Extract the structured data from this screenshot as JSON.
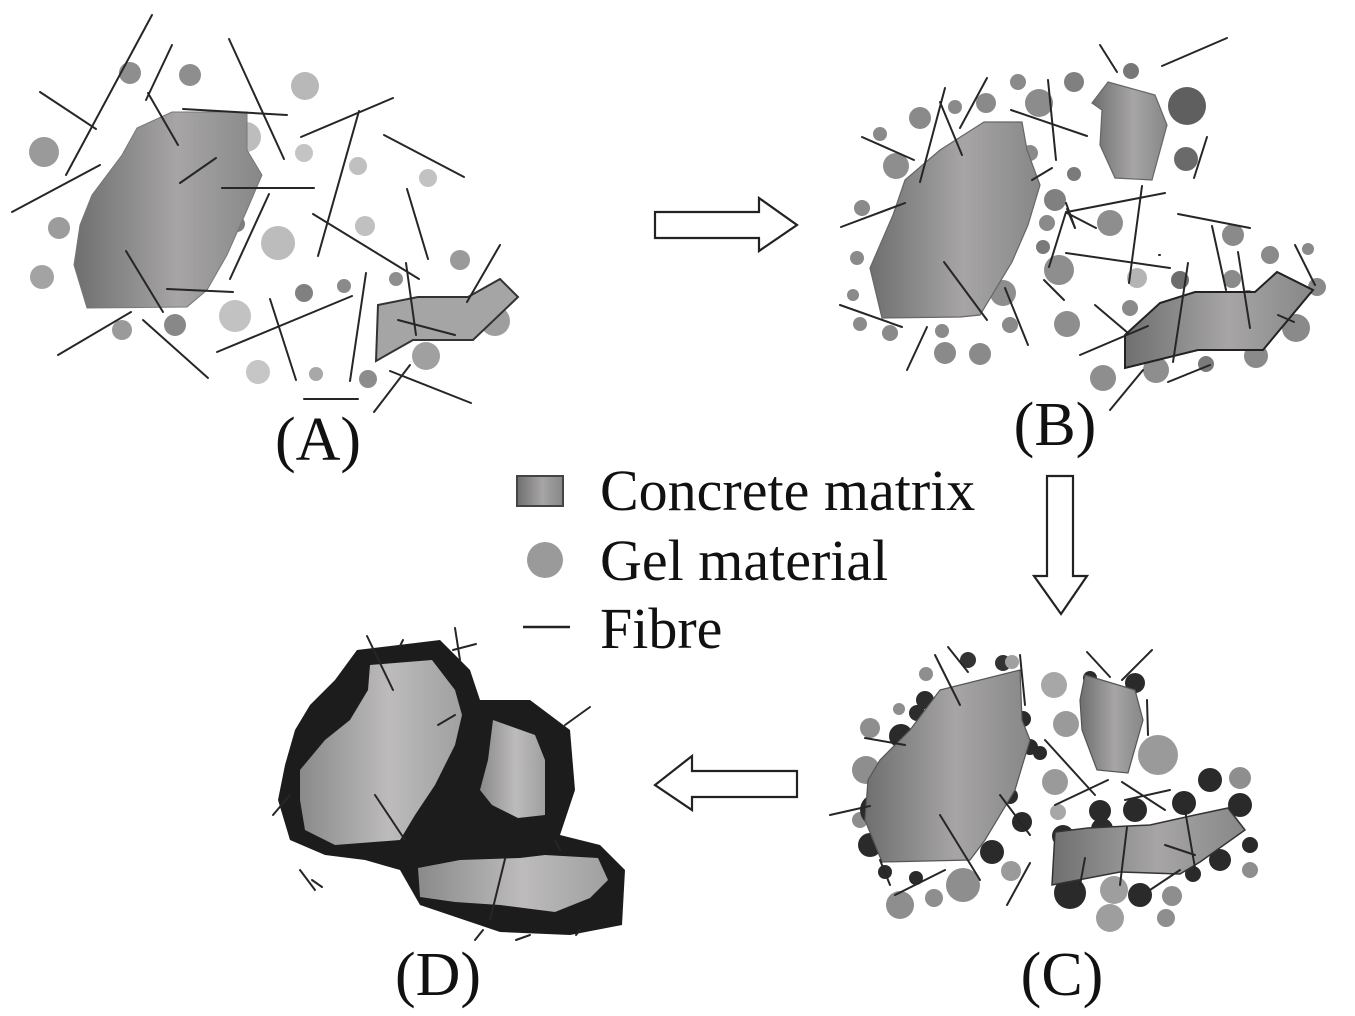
{
  "figure": {
    "panels": [
      {
        "id": "A",
        "label": "(A)"
      },
      {
        "id": "B",
        "label": "(B)"
      },
      {
        "id": "C",
        "label": "(C)"
      },
      {
        "id": "D",
        "label": "(D)"
      }
    ],
    "flow": [
      "A",
      "B",
      "C",
      "D"
    ],
    "arrows": [
      {
        "from": "A",
        "to": "B",
        "direction": "right"
      },
      {
        "from": "B",
        "to": "C",
        "direction": "down"
      },
      {
        "from": "C",
        "to": "D",
        "direction": "left"
      }
    ],
    "legend": [
      {
        "symbol": "rectangle-swatch",
        "label": "Concrete matrix"
      },
      {
        "symbol": "circle-swatch",
        "label": "Gel material"
      },
      {
        "symbol": "line-swatch",
        "label": "Fibre"
      }
    ],
    "colors": {
      "matrix": "#9a9a9a",
      "gel": "#9c9c9c",
      "gel_dark": "#2a2a2a",
      "fibre": "#222222",
      "coating": "#1c1c1c",
      "background": "#ffffff"
    }
  }
}
